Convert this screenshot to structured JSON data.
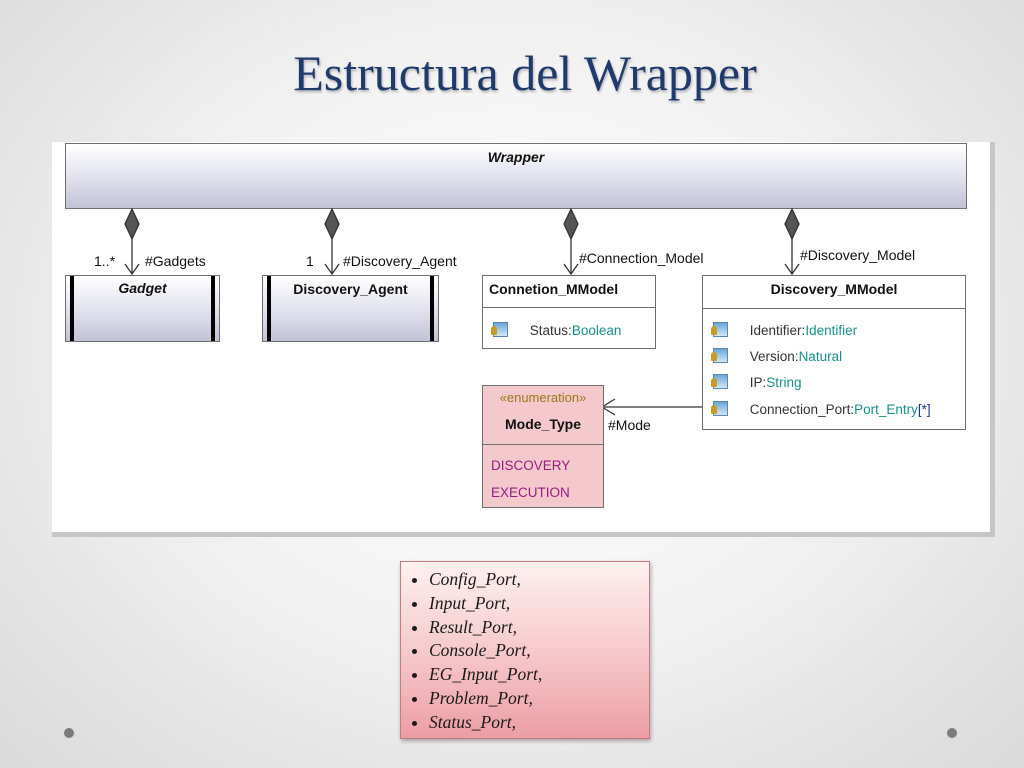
{
  "slide": {
    "title": "Estructura del Wrapper"
  },
  "diagram": {
    "wrapper": {
      "name": "Wrapper"
    },
    "gadget": {
      "name": "Gadget",
      "multiplicity": "1..*",
      "role": "#Gadgets"
    },
    "discovery_agent": {
      "name": "Discovery_Agent",
      "multiplicity": "1",
      "role": "#Discovery_Agent"
    },
    "connection_model": {
      "name": "Connetion_MModel",
      "role": "#Connection_Model",
      "attributes": [
        {
          "name": "Status",
          "type": "Boolean"
        }
      ]
    },
    "discovery_model": {
      "name": "Discovery_MModel",
      "role": "#Discovery_Model",
      "attributes": [
        {
          "name": "Identifier",
          "type": "Identifier",
          "mult": ""
        },
        {
          "name": "Version",
          "type": "Natural",
          "mult": ""
        },
        {
          "name": "IP",
          "type": "String",
          "mult": ""
        },
        {
          "name": "Connection_Port",
          "type": "Port_Entry",
          "mult": "[*]"
        }
      ]
    },
    "mode_type": {
      "stereotype": "«enumeration»",
      "name": "Mode_Type",
      "role": "#Mode",
      "literals": [
        "DISCOVERY",
        "EXECUTION"
      ]
    }
  },
  "ports": {
    "items": [
      "Config_Port,",
      "Input_Port,",
      "Result_Port,",
      "Console_Port,",
      "EG_Input_Port,",
      "Problem_Port,",
      "Status_Port,"
    ]
  },
  "colors": {
    "title": "#1f3b6e",
    "type_text": "#16908e",
    "enum_literal": "#9a1a84",
    "enum_fill": "#f3c9cc",
    "stereotype": "#a07818"
  }
}
